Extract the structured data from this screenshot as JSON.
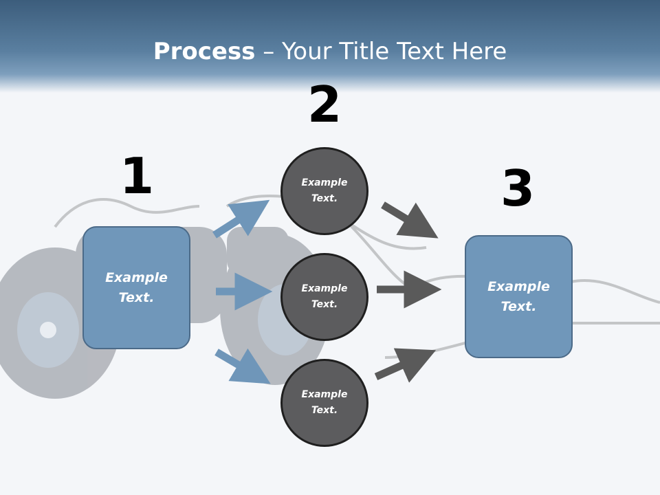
{
  "slide": {
    "title_bold": "Process",
    "title_rest": " – Your Title Text Here"
  },
  "steps": [
    {
      "number": "1",
      "text": "Example Text."
    },
    {
      "number": "2",
      "items": [
        {
          "text": "Example Text."
        },
        {
          "text": "Example Text."
        },
        {
          "text": "Example Text."
        }
      ]
    },
    {
      "number": "3",
      "text": "Example Text."
    }
  ],
  "colors": {
    "header": "#4a6f92",
    "box_fill": "#7097ba",
    "box_border": "#4b6a88",
    "circle_fill": "#5c5c5e",
    "circle_border": "#1f1f1f",
    "arrow_blue": "#6f96b9",
    "arrow_gray": "#5a5a5a"
  },
  "background": {
    "image": "binoculars-photo"
  }
}
